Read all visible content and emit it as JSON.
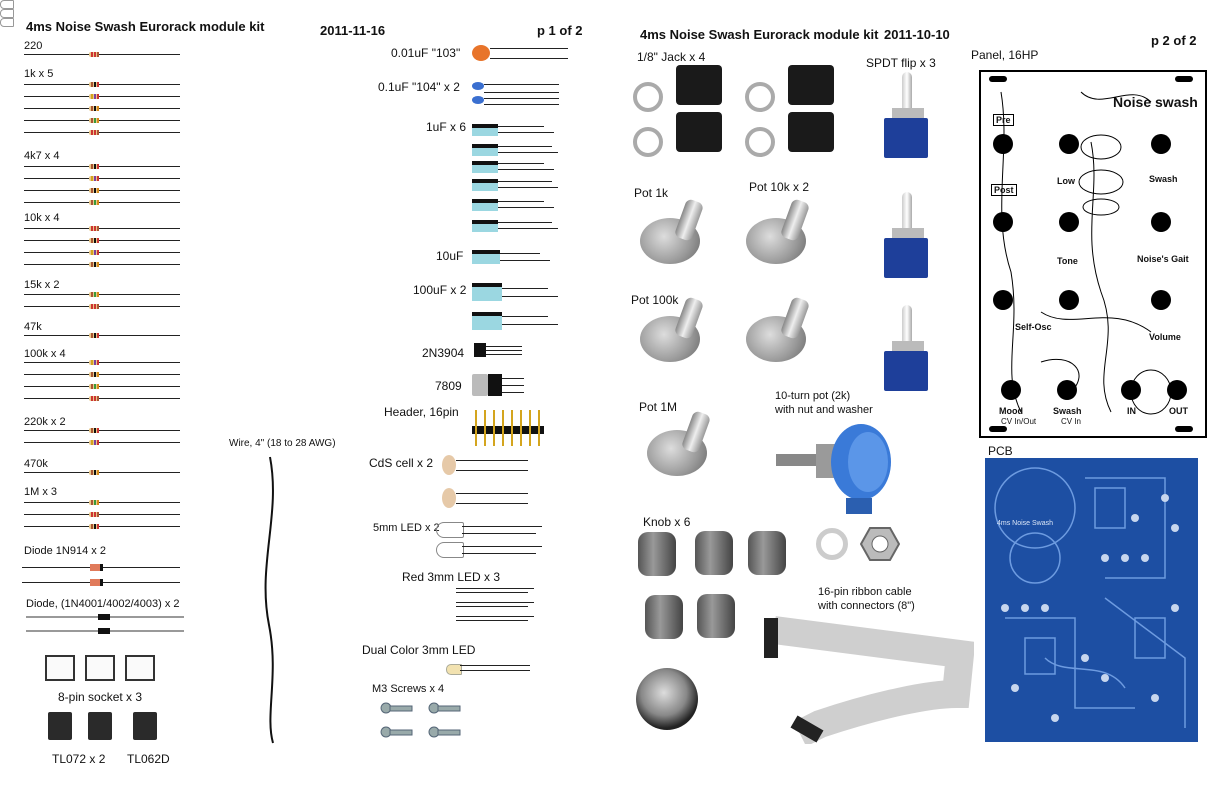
{
  "page1": {
    "title": "4ms Noise Swash Eurorack module kit",
    "date": "2011-11-16",
    "page": "p 1 of 2",
    "resistors": [
      "220",
      "1k x 5",
      "4k7 x 4",
      "10k x 4",
      "15k x 2",
      "47k",
      "100k x 4",
      "220k x 2",
      "470k",
      "1M x 3"
    ],
    "diode_small": "Diode 1N914 x 2",
    "diode_large": "Diode, (1N4001/4002/4003) x 2",
    "socket": "8-pin socket x 3",
    "ic_a": "TL072 x 2",
    "ic_b": "TL062D",
    "wire": "Wire, 4\" (18 to 28 AWG)",
    "caps": [
      "0.01uF \"103\"",
      "0.1uF \"104\" x 2",
      "1uF x 6",
      "10uF",
      "100uF x 2"
    ],
    "transistor": "2N3904",
    "regulator": "7809",
    "header": "Header, 16pin",
    "cds": "CdS cell x 2",
    "led5": "5mm LED x 2",
    "led3": "Red 3mm LED x 3",
    "led_dual": "Dual Color 3mm LED",
    "screws": "M3 Screws x 4"
  },
  "page2": {
    "title": "4ms Noise Swash Eurorack module kit",
    "date": "2011-10-10",
    "page": "p 2 of 2",
    "jack": "1/8\" Jack x 4",
    "spdt": "SPDT flip x 3",
    "pot1k": "Pot 1k",
    "pot10k": "Pot 10k x 2",
    "pot100k": "Pot 100k",
    "pot1m": "Pot 1M",
    "tenturn_1": "10-turn pot (2k)",
    "tenturn_2": "with nut and washer",
    "knob": "Knob x 6",
    "ribbon_1": "16-pin ribbon cable",
    "ribbon_2": "with connectors (8\")",
    "panel_label": "Panel, 16HP",
    "pcb_label": "PCB",
    "panel": {
      "brand": "Noise swash",
      "labels": [
        "Pre",
        "Post",
        "Low",
        "Swash",
        "Tone",
        "Noise's Gait",
        "Self-Osc",
        "Volume",
        "Mood",
        "CV In/Out",
        "Swash",
        "CV In",
        "IN",
        "OUT"
      ]
    },
    "pcb_text": "4ms Noise Swash"
  },
  "colors": {
    "wire": "#222222",
    "cap_blue": "#9bd7e1",
    "pcb_blue": "#1d4fa3",
    "led_blue": "#3a6fd0",
    "ceramic_orange": "#e8742a"
  }
}
